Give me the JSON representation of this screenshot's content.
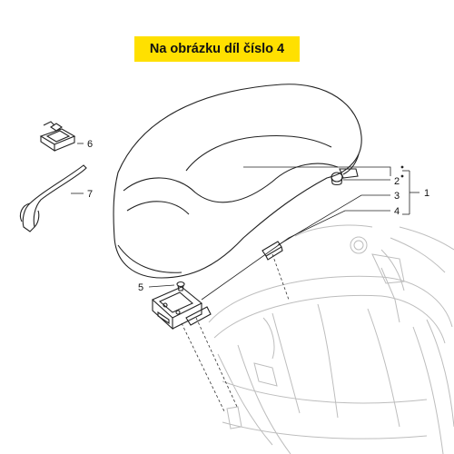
{
  "banner": {
    "text": "Na obrázku díl číslo 4",
    "color": "#ffe000"
  },
  "callouts": [
    {
      "id": "c1",
      "label": "1"
    },
    {
      "id": "c2",
      "label": "2"
    },
    {
      "id": "c3",
      "label": "3"
    },
    {
      "id": "c4",
      "label": "4"
    },
    {
      "id": "c5",
      "label": "5"
    },
    {
      "id": "c6",
      "label": "6"
    },
    {
      "id": "c7",
      "label": "7"
    }
  ]
}
